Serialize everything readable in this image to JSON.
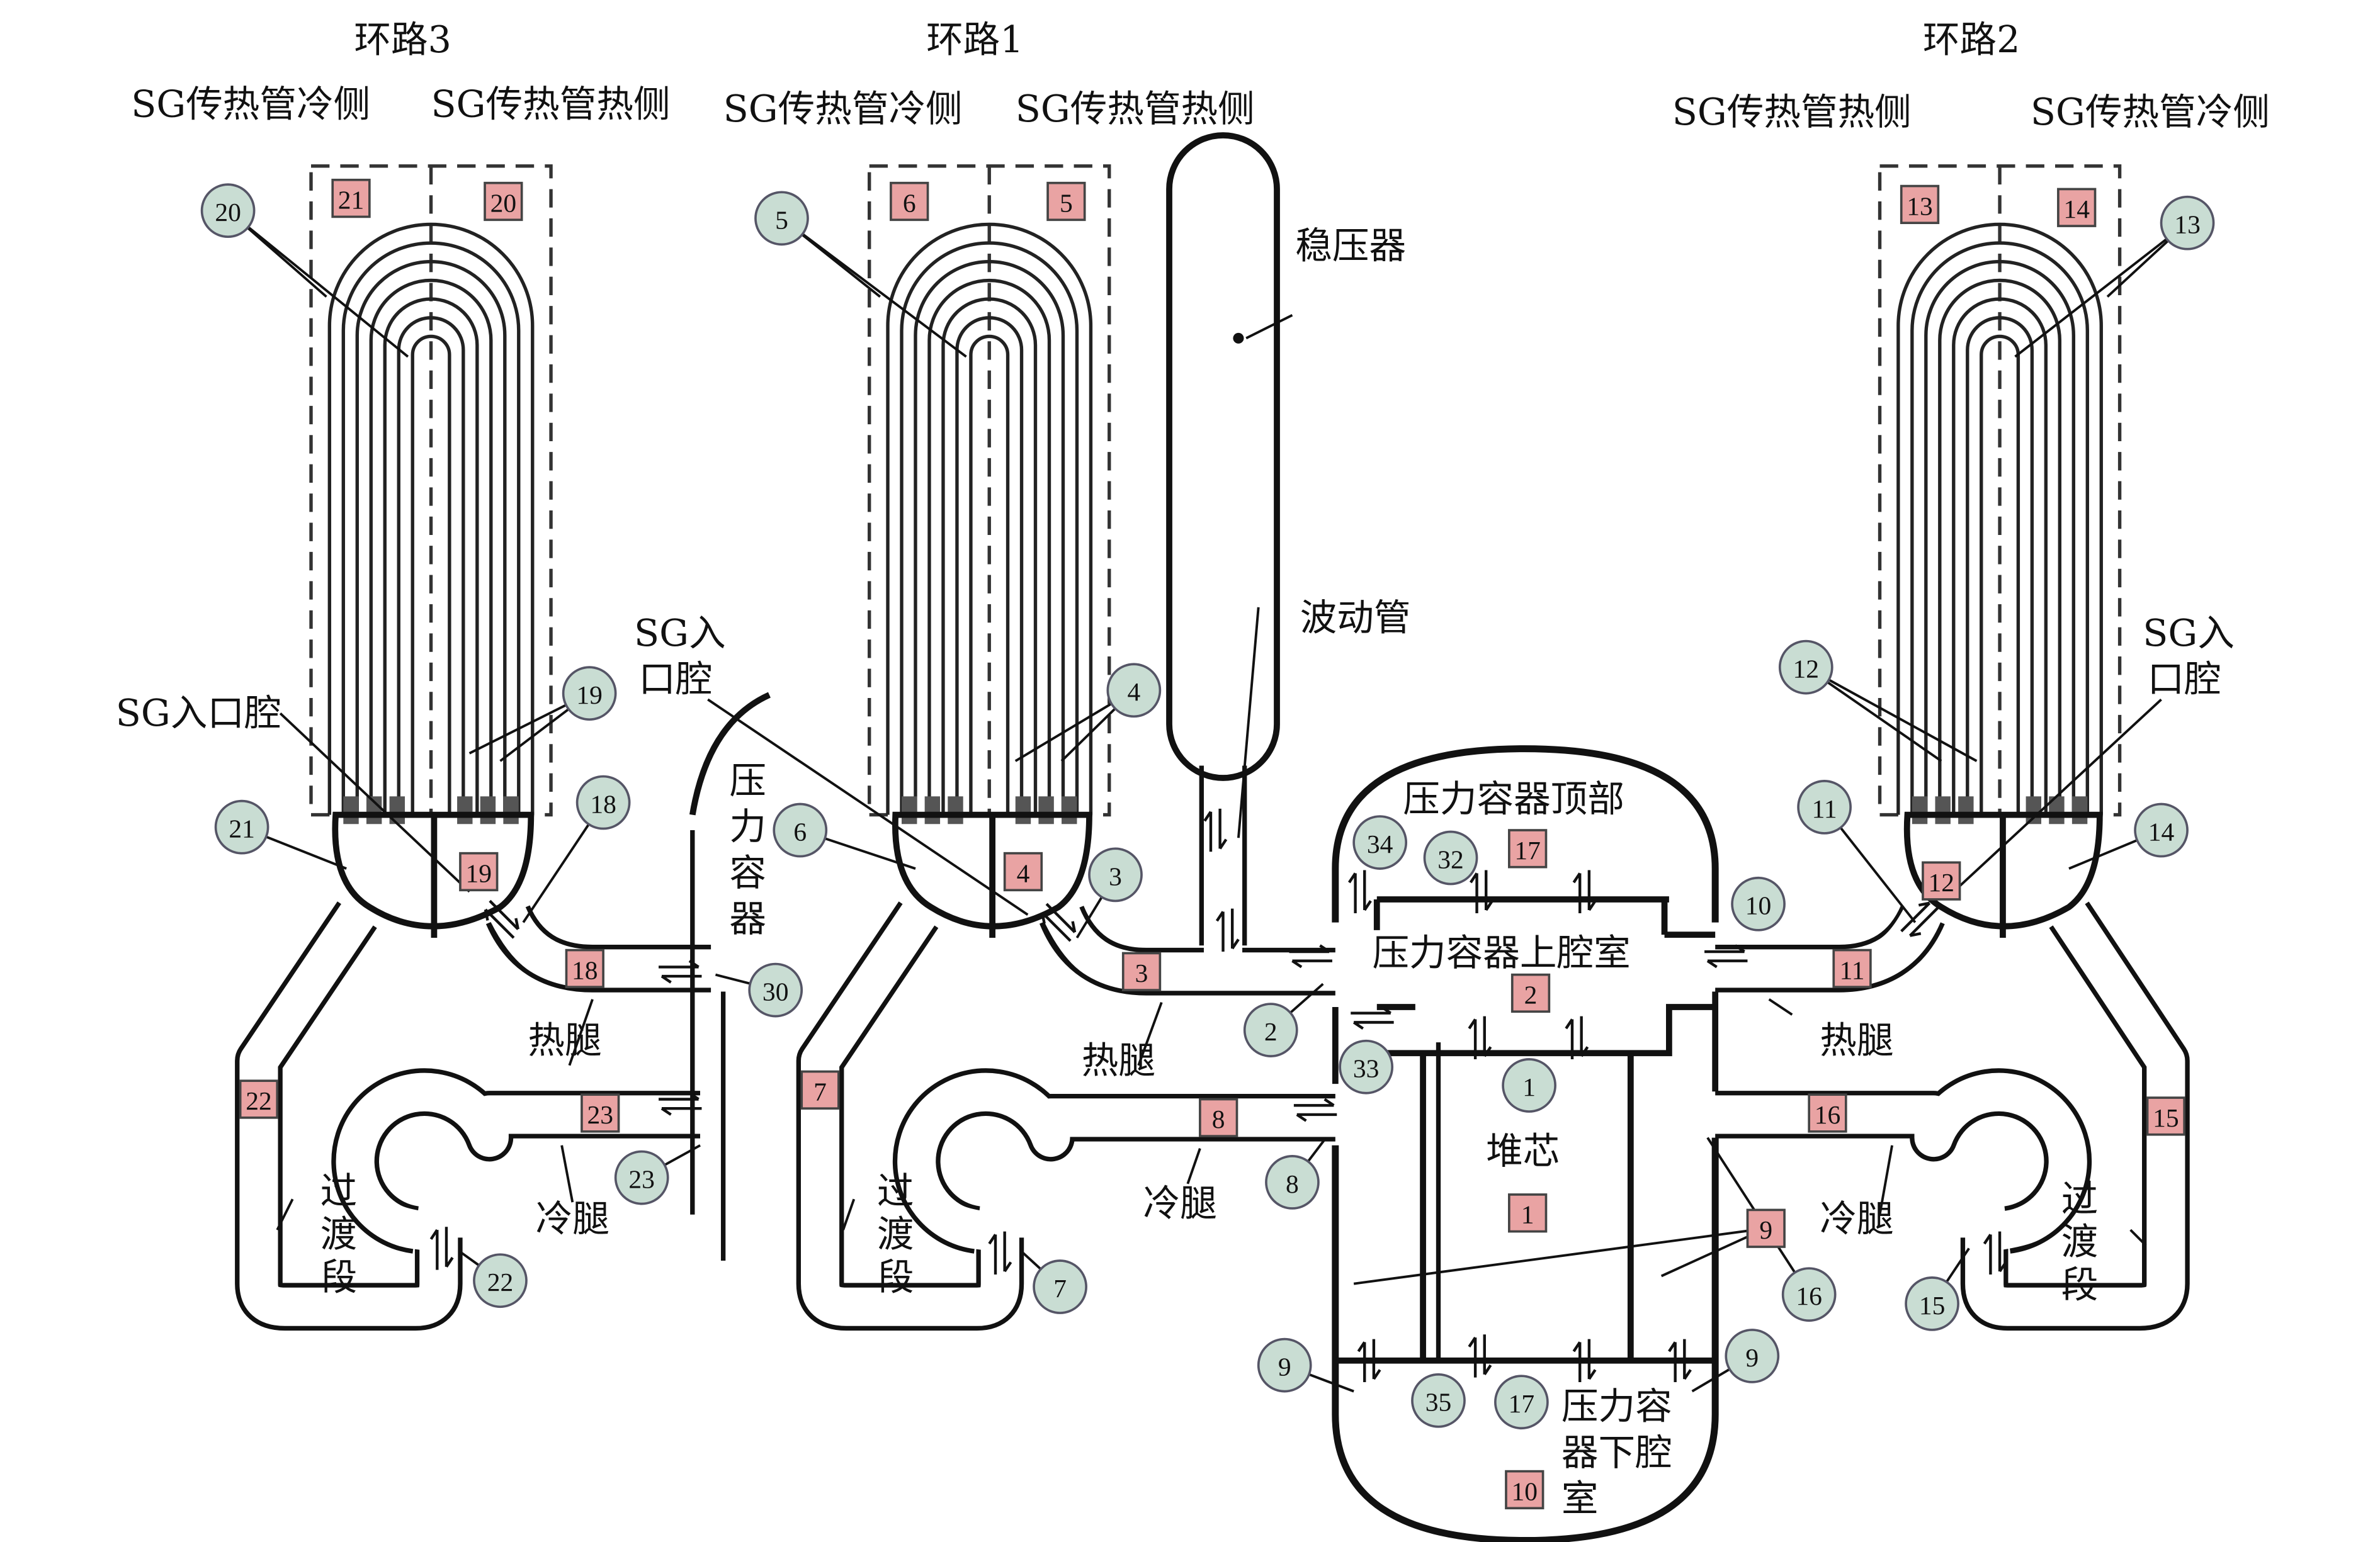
{
  "loops": {
    "loop3": "环路3",
    "loop1": "环路1",
    "loop2": "环路2"
  },
  "sg_labels": {
    "loop3_cold": "SG传热管冷侧",
    "loop3_hot": "SG传热管热侧",
    "loop1_cold": "SG传热管冷侧",
    "loop1_hot": "SG传热管热侧",
    "loop2_hot": "SG传热管热侧",
    "loop2_cold": "SG传热管冷侧"
  },
  "components": {
    "pressurizer": "稳压器",
    "surge_line": "波动管",
    "sg_inlet_left": "SG入口腔",
    "sg_inlet_mid_1": "SG入",
    "sg_inlet_mid_2": "口腔",
    "sg_inlet_right_1": "SG入",
    "sg_inlet_right_2": "口腔",
    "vessel_partial": [
      "压",
      "力",
      "容",
      "器"
    ],
    "vessel_top": "压力容器顶部",
    "upper_plenum": "压力容器上腔室",
    "core": "堆芯",
    "lower_plenum_1": "压力容",
    "lower_plenum_2": "器下腔",
    "lower_plenum_3": "室",
    "hot_leg": "热腿",
    "cold_leg": "冷腿",
    "transition": [
      "过",
      "渡",
      "段"
    ]
  },
  "nodes": {
    "junctions": [
      "20",
      "5",
      "13",
      "19",
      "4",
      "12",
      "21",
      "18",
      "6",
      "3",
      "11",
      "14",
      "34",
      "32",
      "10",
      "30",
      "2",
      "33",
      "1",
      "23",
      "8",
      "22",
      "7",
      "16",
      "15",
      "9",
      "35",
      "17",
      "9"
    ],
    "volumes": [
      "21",
      "20",
      "6",
      "5",
      "13",
      "14",
      "19",
      "4",
      "12",
      "17",
      "18",
      "3",
      "11",
      "2",
      "22",
      "23",
      "7",
      "8",
      "16",
      "15",
      "9",
      "1",
      "10"
    ]
  },
  "colors": {
    "junction_fill": "#c9ddd3",
    "volume_fill": "#e9a3a3",
    "line": "#111111"
  }
}
